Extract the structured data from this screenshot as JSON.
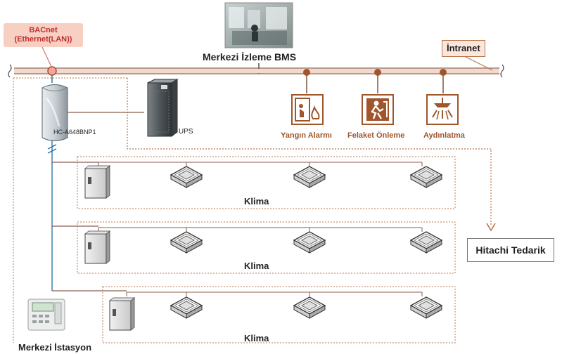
{
  "title": "Merkezi İzleme BMS",
  "bacnet": {
    "line1": "BACnet",
    "line2": "(Ethernet(LAN))"
  },
  "intranet": "İntranet",
  "controller": "HC-A648BNP1",
  "ups": "UPS",
  "services": [
    {
      "label": "Yangın Alarmı",
      "icon": "fire-alarm-icon"
    },
    {
      "label": "Felaket Önleme",
      "icon": "emergency-exit-icon"
    },
    {
      "label": "Aydınlatma",
      "icon": "lighting-icon"
    }
  ],
  "groups": [
    {
      "label": "Klima"
    },
    {
      "label": "Klima"
    },
    {
      "label": "Klima"
    }
  ],
  "hitachi": "Hitachi Tedarik",
  "station": "Merkezi İstasyon",
  "colors": {
    "bus": "#f5d8cc",
    "accent": "#a0552a",
    "dashed": "#b9754a"
  }
}
